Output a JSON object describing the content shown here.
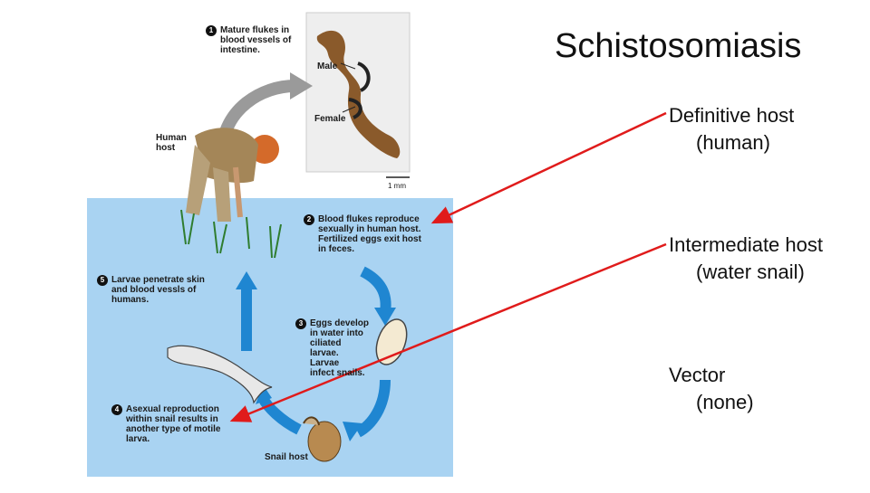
{
  "slide": {
    "title": "Schistosomiasis"
  },
  "hosts": [
    {
      "term": "Definitive host",
      "value": "(human)"
    },
    {
      "term": "Intermediate host",
      "value": "(water snail)"
    },
    {
      "term": "Vector",
      "value": "(none)"
    }
  ],
  "diagram": {
    "steps": [
      {
        "num": "1",
        "text": "Mature flukes in\nblood vessels of\nintestine."
      },
      {
        "num": "2",
        "text": "Blood flukes reproduce\nsexually in human host.\nFertilized eggs exit host\nin feces."
      },
      {
        "num": "3",
        "text": "Eggs develop\nin water into\nciliated\nlarvae.\nLarvae\ninfect snails."
      },
      {
        "num": "4",
        "text": "Asexual reproduction\nwithin snail results in\nanother type of motile\nlarva."
      },
      {
        "num": "5",
        "text": "Larvae penetrate skin\nand blood vessls of\nhumans."
      }
    ],
    "labels": {
      "human_host": "Human\nhost",
      "snail_host": "Snail host",
      "male": "Male",
      "female": "Female",
      "scale": "1 mm"
    }
  },
  "colors": {
    "water": "#a9d3f2",
    "arrow_blue": "#1f86d1",
    "pointer_red": "#e01b1b",
    "fluke_brown": "#8a5a2b"
  }
}
